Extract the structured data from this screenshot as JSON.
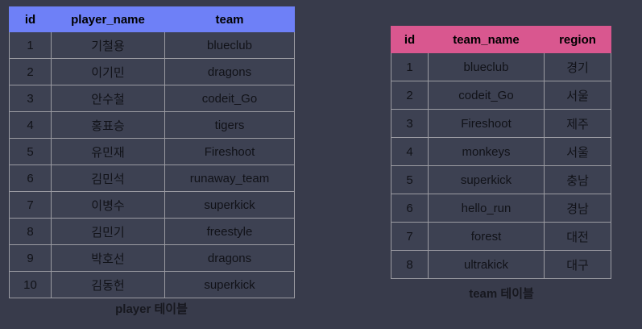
{
  "theme": {
    "page_background": "#383b4b",
    "cell_background": "#3d4152",
    "border_color": "#9b9ba2",
    "player_header_color": "#6e80f7",
    "team_header_color": "#d9578f",
    "highlight_gray": "#a3a3a3",
    "highlight_olive": "#989338",
    "highlight_orange": "#eda552",
    "highlight_blue": "#a6d7f5",
    "text_color": "#111218"
  },
  "player_table": {
    "caption": "player 테이블",
    "columns": [
      "id",
      "player_name",
      "team"
    ],
    "rows": [
      {
        "id": "1",
        "player_name": "기철용",
        "team": "blueclub",
        "team_highlight": "gray"
      },
      {
        "id": "2",
        "player_name": "이기민",
        "team": "dragons",
        "team_highlight": "none"
      },
      {
        "id": "3",
        "player_name": "안수철",
        "team": "codeit_Go",
        "team_highlight": "olive"
      },
      {
        "id": "4",
        "player_name": "홍표승",
        "team": "tigers",
        "team_highlight": "none"
      },
      {
        "id": "5",
        "player_name": "유민재",
        "team": "Fireshoot",
        "team_highlight": "orange"
      },
      {
        "id": "6",
        "player_name": "김민석",
        "team": "runaway_team",
        "team_highlight": "none"
      },
      {
        "id": "7",
        "player_name": "이병수",
        "team": "superkick",
        "team_highlight": "blue"
      },
      {
        "id": "8",
        "player_name": "김민기",
        "team": "freestyle",
        "team_highlight": "none"
      },
      {
        "id": "9",
        "player_name": "박호선",
        "team": "dragons",
        "team_highlight": "none"
      },
      {
        "id": "10",
        "player_name": "김동헌",
        "team": "superkick",
        "team_highlight": "blue"
      }
    ]
  },
  "team_table": {
    "caption": "team 테이블",
    "columns": [
      "id",
      "team_name",
      "region"
    ],
    "rows": [
      {
        "id": "1",
        "team_name": "blueclub",
        "region": "경기",
        "name_highlight": "gray"
      },
      {
        "id": "2",
        "team_name": "codeit_Go",
        "region": "서울",
        "name_highlight": "olive"
      },
      {
        "id": "3",
        "team_name": "Fireshoot",
        "region": "제주",
        "name_highlight": "orange"
      },
      {
        "id": "4",
        "team_name": "monkeys",
        "region": "서울",
        "name_highlight": "none"
      },
      {
        "id": "5",
        "team_name": "superkick",
        "region": "충남",
        "name_highlight": "blue"
      },
      {
        "id": "6",
        "team_name": "hello_run",
        "region": "경남",
        "name_highlight": "none"
      },
      {
        "id": "7",
        "team_name": "forest",
        "region": "대전",
        "name_highlight": "none"
      },
      {
        "id": "8",
        "team_name": "ultrakick",
        "region": "대구",
        "name_highlight": "none"
      }
    ]
  }
}
